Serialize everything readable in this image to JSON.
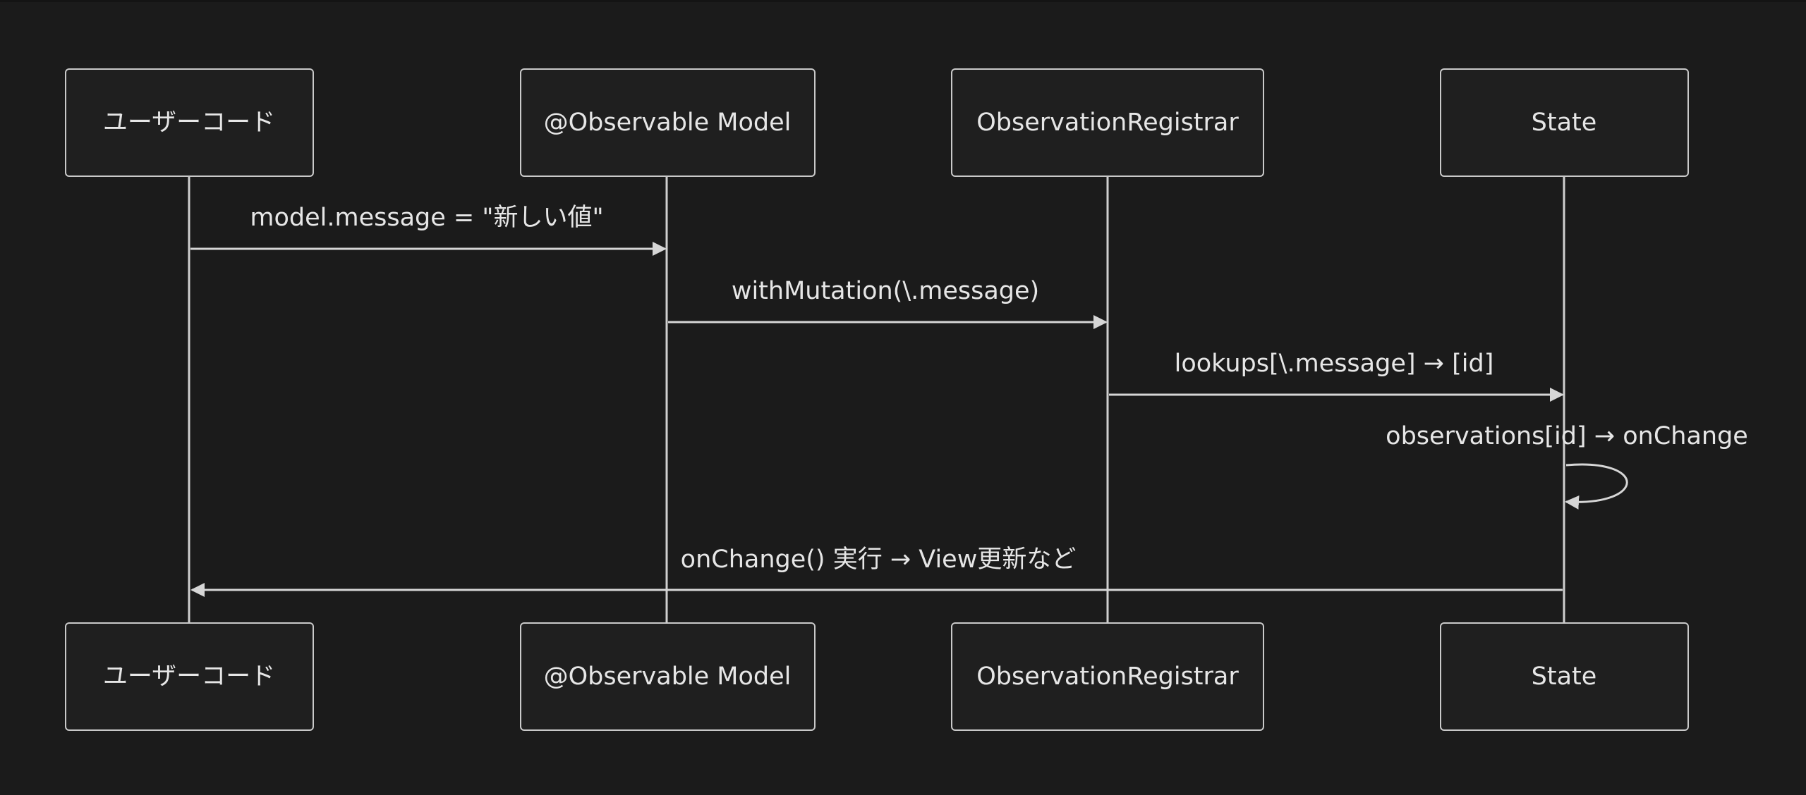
{
  "diagram": {
    "type": "sequence",
    "participants": [
      {
        "id": "user",
        "label": "ユーザーコード"
      },
      {
        "id": "model",
        "label": "@Observable Model"
      },
      {
        "id": "registrar",
        "label": "ObservationRegistrar"
      },
      {
        "id": "state",
        "label": "State"
      }
    ],
    "messages": [
      {
        "from": "user",
        "to": "model",
        "label": "model.message = \"新しい値\""
      },
      {
        "from": "model",
        "to": "registrar",
        "label": "withMutation(\\.message)"
      },
      {
        "from": "registrar",
        "to": "state",
        "label": "lookups[\\.message] → [id]"
      },
      {
        "from": "state",
        "to": "state",
        "label": "observations[id] → onChange"
      },
      {
        "from": "state",
        "to": "user",
        "label": "onChange() 実行 → View更新など"
      }
    ]
  },
  "colors": {
    "background": "#1b1b1b",
    "box_fill": "#1f1f1f",
    "line": "#cfcfcf",
    "text": "#e6e6e6"
  }
}
